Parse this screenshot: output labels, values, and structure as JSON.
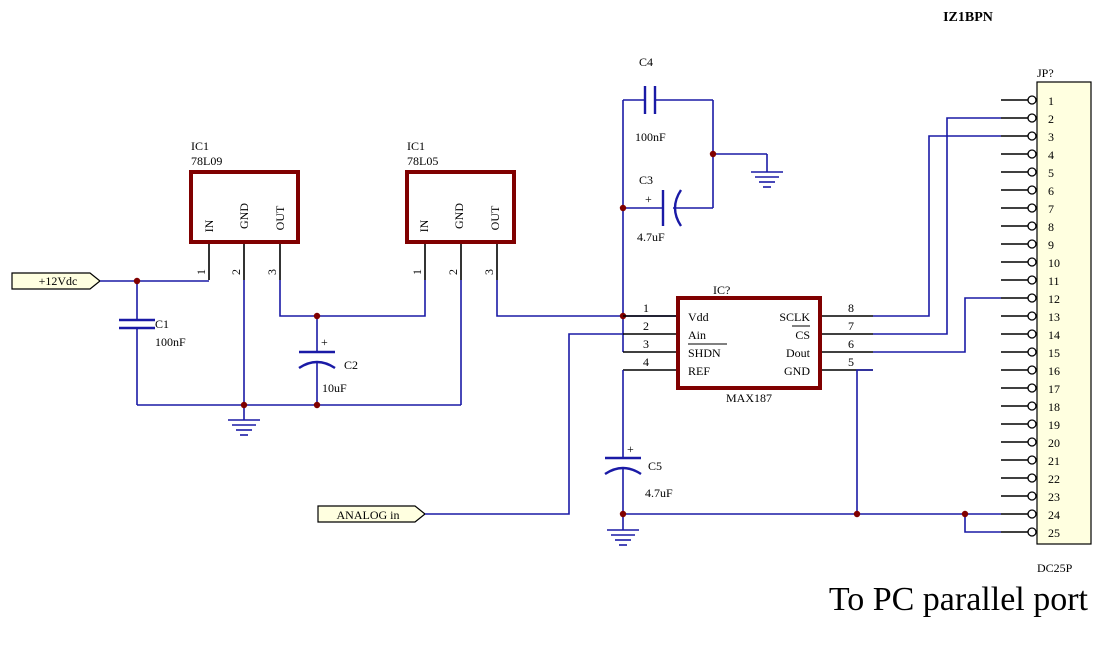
{
  "author": "IZ1BPN",
  "caption": "To PC parallel port",
  "reg1": {
    "ref": "IC1",
    "value": "78L09",
    "pins": [
      "IN",
      "GND",
      "OUT"
    ],
    "pin_numbers": [
      "1",
      "2",
      "3"
    ]
  },
  "reg2": {
    "ref": "IC1",
    "value": "78L05",
    "pins": [
      "IN",
      "GND",
      "OUT"
    ],
    "pin_numbers": [
      "1",
      "2",
      "3"
    ]
  },
  "adc": {
    "ref": "IC?",
    "value": "MAX187",
    "left_pins": [
      "Vdd",
      "Ain",
      "SHDN",
      "REF"
    ],
    "left_numbers": [
      "1",
      "2",
      "3",
      "4"
    ],
    "right_pins": [
      "SCLK",
      "CS",
      "Dout",
      "GND"
    ],
    "right_numbers": [
      "8",
      "7",
      "6",
      "5"
    ]
  },
  "caps": {
    "c1": {
      "ref": "C1",
      "value": "100nF"
    },
    "c2": {
      "ref": "C2",
      "value": "10uF"
    },
    "c3": {
      "ref": "C3",
      "value": "4.7uF"
    },
    "c4": {
      "ref": "C4",
      "value": "100nF"
    },
    "c5": {
      "ref": "C5",
      "value": "4.7uF"
    }
  },
  "polarity_mark": "+",
  "ports": {
    "power": "+12Vdc",
    "analog": "ANALOG in"
  },
  "connector": {
    "ref": "JP?",
    "type": "DC25P",
    "pins": [
      "1",
      "2",
      "3",
      "4",
      "5",
      "6",
      "7",
      "8",
      "9",
      "10",
      "11",
      "12",
      "13",
      "14",
      "15",
      "16",
      "17",
      "18",
      "19",
      "20",
      "21",
      "22",
      "23",
      "24",
      "25"
    ]
  }
}
